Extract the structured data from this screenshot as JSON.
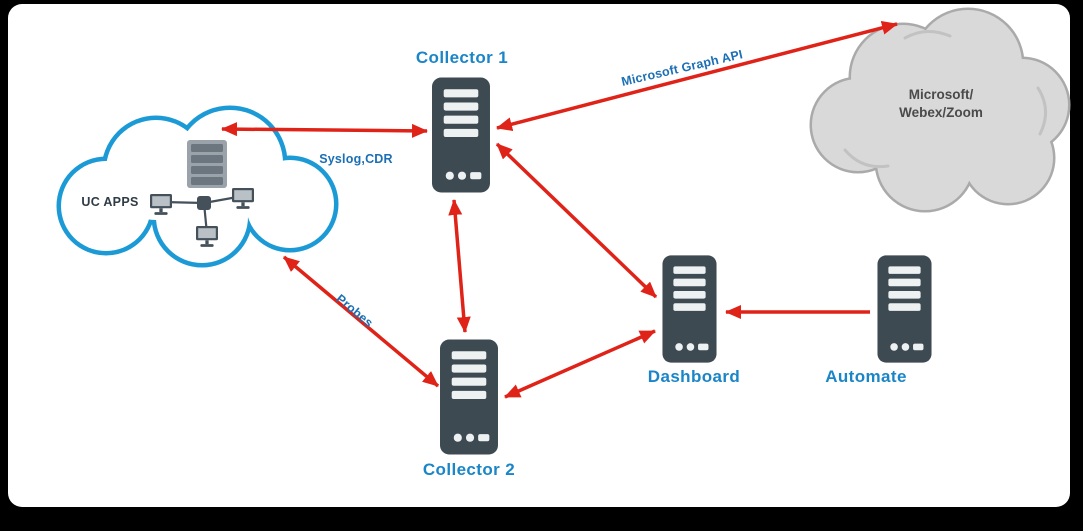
{
  "diagram": {
    "type": "network-architecture",
    "nodes": {
      "uc_apps": {
        "label": "UC APPS"
      },
      "collector1": {
        "label": "Collector 1"
      },
      "collector2": {
        "label": "Collector 2"
      },
      "dashboard": {
        "label": "Dashboard"
      },
      "automate": {
        "label": "Automate"
      },
      "cloud_services": {
        "label_line1": "Microsoft/",
        "label_line2": "Webex/Zoom"
      }
    },
    "edges": [
      {
        "from": "uc_apps",
        "to": "collector1",
        "label": "Syslog,CDR",
        "direction": "both"
      },
      {
        "from": "collector1",
        "to": "cloud_services",
        "label": "Microsoft Graph API",
        "direction": "both"
      },
      {
        "from": "uc_apps",
        "to": "collector2",
        "label": "Probes",
        "direction": "both"
      },
      {
        "from": "collector1",
        "to": "collector2",
        "label": "",
        "direction": "both"
      },
      {
        "from": "collector1",
        "to": "dashboard",
        "label": "",
        "direction": "both"
      },
      {
        "from": "collector2",
        "to": "dashboard",
        "label": "",
        "direction": "both"
      },
      {
        "from": "automate",
        "to": "dashboard",
        "label": "",
        "direction": "one-way"
      }
    ],
    "colors": {
      "arrow": "#e02318",
      "node_label": "#1a85c7",
      "edge_label": "#1b6fb5",
      "uc_cloud_stroke": "#1b9ad6",
      "uc_cloud_fill": "#ffffff",
      "services_cloud_fill": "#d9d9d9",
      "services_cloud_stroke": "#aaaaaa",
      "server_body": "#3d4a52",
      "canvas": "#ffffff",
      "frame": "#000000"
    }
  }
}
